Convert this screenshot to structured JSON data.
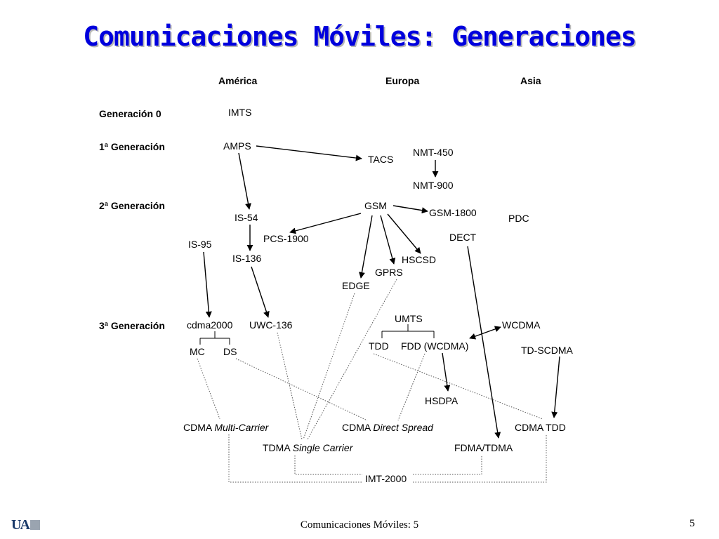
{
  "title": "Comunicaciones Móviles: Generaciones",
  "regions": {
    "america": "América",
    "europa": "Europa",
    "asia": "Asia"
  },
  "generations": {
    "gen0": "Generación 0",
    "gen1": "1ª Generación",
    "gen2": "2ª Generación",
    "gen3": "3ª Generación"
  },
  "nodes": {
    "imts": "IMTS",
    "amps": "AMPS",
    "tacs": "TACS",
    "nmt450": "NMT-450",
    "nmt900": "NMT-900",
    "gsm": "GSM",
    "gsm1800": "GSM-1800",
    "pdc": "PDC",
    "is54": "IS-54",
    "pcs1900": "PCS-1900",
    "dect": "DECT",
    "is95": "IS-95",
    "is136": "IS-136",
    "hscsd": "HSCSD",
    "gprs": "GPRS",
    "edge": "EDGE",
    "umts": "UMTS",
    "cdma2000": "cdma2000",
    "uwc136": "UWC-136",
    "wcdma": "WCDMA",
    "tdd": "TDD",
    "fdd": "FDD (WCDMA)",
    "tdscdma": "TD-SCDMA",
    "mc": "MC",
    "ds": "DS",
    "hsdpa": "HSDPA",
    "cdma_mc_a": "CDMA ",
    "cdma_mc_b": "Multi-Carrier",
    "cdma_ds_a": "CDMA ",
    "cdma_ds_b": "Direct Spread",
    "cdma_tdd": "CDMA TDD",
    "tdma_sc_a": "TDMA ",
    "tdma_sc_b": "Single Carrier",
    "fdma_tdma": "FDMA/TDMA",
    "imt2000": "IMT-2000"
  },
  "footer": {
    "text": "Comunicaciones Móviles: 5",
    "page": "5",
    "logo": "UA"
  },
  "colors": {
    "title": "#0000dd",
    "title_shadow": "#b8b8b8",
    "lines": "#000000"
  }
}
